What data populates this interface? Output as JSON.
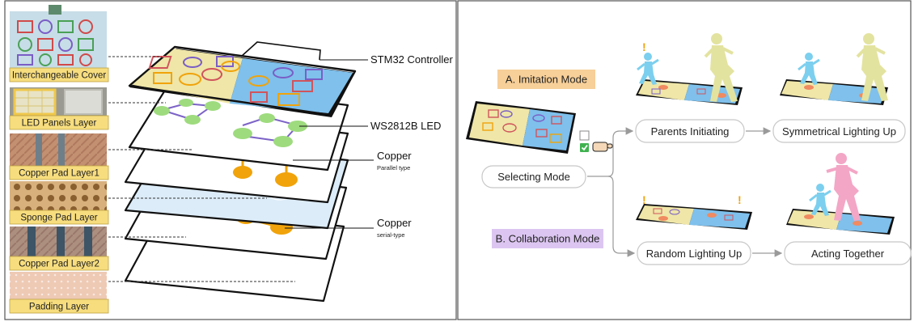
{
  "layers_panel": {
    "photo_labels": [
      "Interchangeable Cover",
      "LED Panels Layer",
      "Copper Pad Layer1",
      "Sponge Pad Layer",
      "Copper Pad Layer2",
      "Padding Layer"
    ],
    "callouts": {
      "controller": "STM32 Controller",
      "led": "WS2812B LED",
      "copper1": "Copper",
      "copper1_sub": "Parallel type",
      "copper2": "Copper",
      "copper2_sub": "serial-type"
    }
  },
  "modes_panel": {
    "imitation_mode": "A. Imitation Mode",
    "collaboration_mode": "B. Collaboration Mode",
    "selecting_mode": "Selecting Mode",
    "parents_initiating": "Parents Initiating",
    "symmetrical_lighting": "Symmetrical Lighting Up",
    "random_lighting": "Random Lighting Up",
    "acting_together": "Acting Together",
    "alert_mark": "!"
  },
  "colors": {
    "cover_yellow": "#efe6a8",
    "cover_blue": "#7fc0ec",
    "led_green": "#9edb7e",
    "copper_orange": "#f0a30a",
    "sponge_blue": "#dcecf8",
    "label_yellow": "#f7dd7e",
    "imitation_tag": "#f7cf98",
    "collab_tag": "#dcc6f1",
    "child_blue": "#7ccfee",
    "parent_yellow": "#e3e3a0",
    "parent_pink": "#f3a6c6"
  }
}
